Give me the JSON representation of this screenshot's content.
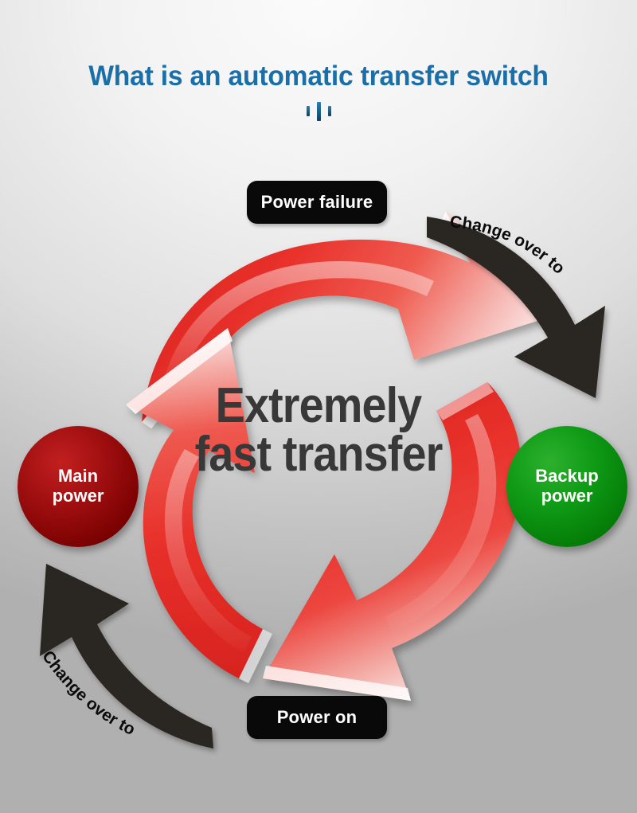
{
  "title": {
    "text": "What is an automatic transfer switch",
    "color": "#1a6fa8",
    "divider_icon": "three-bars-divider"
  },
  "diagram": {
    "center_text": {
      "line1": "Extremely",
      "line2": "fast transfer",
      "color": "#383838"
    },
    "labels": [
      {
        "id": "power-failure",
        "text": "Power failure"
      },
      {
        "id": "power-on",
        "text": "Power on"
      }
    ],
    "nodes": [
      {
        "id": "main-power",
        "line1": "Main",
        "line2": "power",
        "color": "#a00f10"
      },
      {
        "id": "backup-power",
        "line1": "Backup",
        "line2": "power",
        "color": "#0f9b16"
      }
    ],
    "transitions": [
      {
        "id": "top-right",
        "text": "Change over to",
        "color": "#2b2521"
      },
      {
        "id": "bottom-left",
        "text": "Change over to",
        "color": "#2b2521"
      }
    ],
    "cycle_arrows": [
      {
        "id": "red-arrow-top",
        "color": "#e02b26"
      },
      {
        "id": "red-arrow-right",
        "color": "#e02b26"
      },
      {
        "id": "red-arrow-left",
        "color": "#e02b26"
      }
    ]
  }
}
